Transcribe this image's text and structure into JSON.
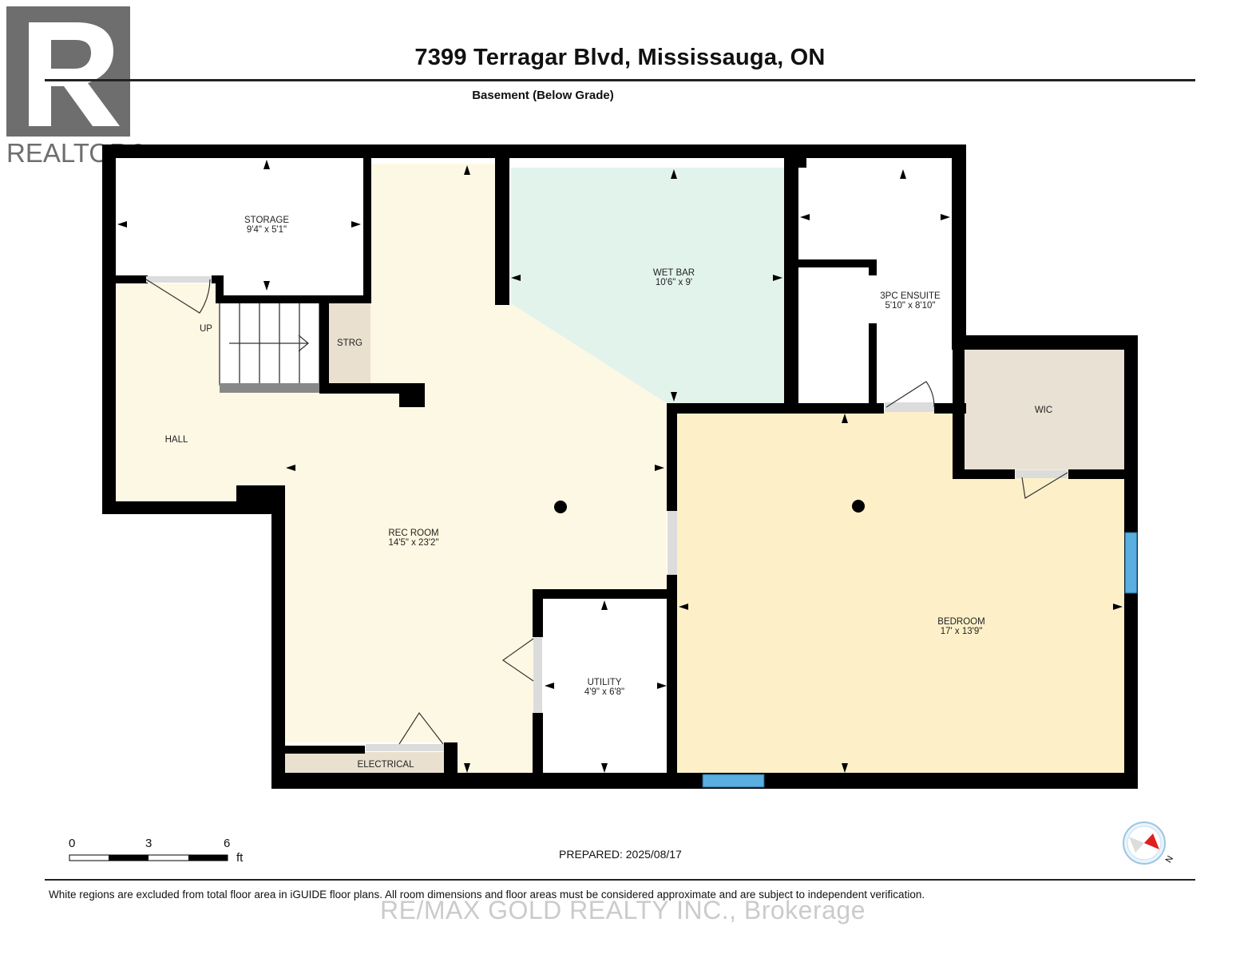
{
  "header": {
    "title": "7399 Terragar Blvd, Mississauga, ON",
    "floor": "Basement (Below Grade)",
    "logo_text": "REALTOR®"
  },
  "rooms": [
    {
      "id": "storage",
      "name": "STORAGE",
      "dims": "9'4\" x 5'1\""
    },
    {
      "id": "wet-bar",
      "name": "WET BAR",
      "dims": "10'6\" x 9'"
    },
    {
      "id": "ensuite",
      "name": "3PC ENSUITE",
      "dims": "5'10\" x 8'10\""
    },
    {
      "id": "strg",
      "name": "STRG",
      "dims": ""
    },
    {
      "id": "wic",
      "name": "WIC",
      "dims": ""
    },
    {
      "id": "hall",
      "name": "HALL",
      "dims": ""
    },
    {
      "id": "rec-room",
      "name": "REC ROOM",
      "dims": "14'5\" x 23'2\""
    },
    {
      "id": "bedroom",
      "name": "BEDROOM",
      "dims": "17' x 13'9\""
    },
    {
      "id": "utility",
      "name": "UTILITY",
      "dims": "4'9\" x 6'8\""
    },
    {
      "id": "electrical",
      "name": "ELECTRICAL",
      "dims": ""
    }
  ],
  "stairs_label": "UP",
  "scale": {
    "ticks": [
      "0",
      "3",
      "6"
    ],
    "unit": "ft"
  },
  "prepared": "PREPARED: 2025/08/17",
  "disclaimer": "White regions are excluded from total floor area in iGUIDE floor plans. All room dimensions and floor areas must be considered approximate and are subject to independent verification.",
  "watermark": "RE/MAX GOLD REALTY INC., Brokerage",
  "compass_label": "N",
  "colors": {
    "wall": "#000000",
    "rec_room_fill": "#fdf8e3",
    "wet_bar_fill": "#e2f3ec",
    "bedroom_fill": "#fdf0c8",
    "wic_fill": "#e8e1d4",
    "strg_fill": "#eae0cf",
    "window": "#5aaee0",
    "compass_arrow": "#e02020"
  }
}
